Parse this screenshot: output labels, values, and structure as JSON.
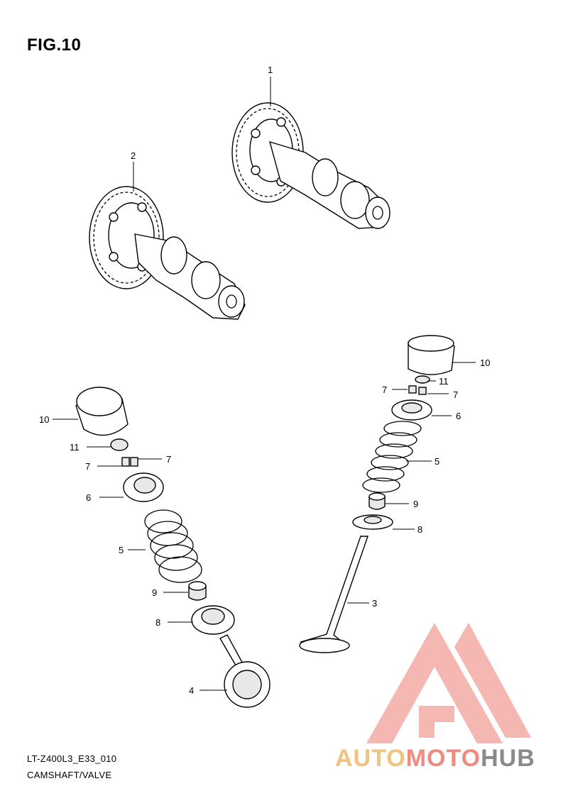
{
  "figure": {
    "title": "FIG.10"
  },
  "footer": {
    "code": "LT-Z400L3_E33_010",
    "name": "CAMSHAFT/VALVE"
  },
  "watermark": {
    "part1": "AUTO",
    "part2": "MOTO",
    "part3": "HUB",
    "colors": {
      "auto": "#f2c27f",
      "moto": "#f08a7f",
      "hub": "#8a8a8a",
      "logo": "#f08a7f"
    }
  },
  "callouts": {
    "c1": "1",
    "c2": "2",
    "c3": "3",
    "c4": "4",
    "r10": "10",
    "r11": "11",
    "r7a": "7",
    "r7b": "7",
    "r6": "6",
    "r5": "5",
    "r9": "9",
    "r8": "8",
    "l10": "10",
    "l11": "11",
    "l7a": "7",
    "l7b": "7",
    "l6": "6",
    "l5": "5",
    "l9": "9",
    "l8": "8"
  }
}
